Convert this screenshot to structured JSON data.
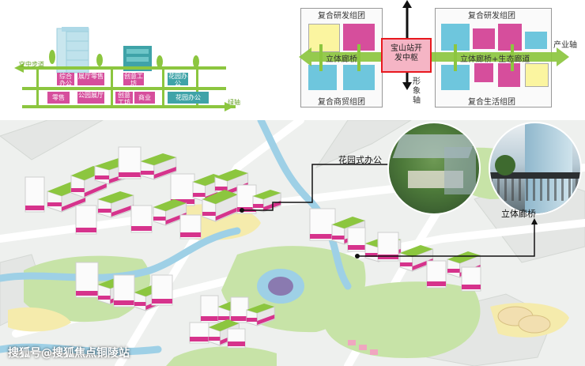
{
  "section_diagram": {
    "left_axis_label": "空中步道",
    "right_axis_label": "绿轴",
    "upper_row": [
      "综合办公",
      "展厅零售",
      "创意工坊",
      "花园办公"
    ],
    "lower_row": [
      "零售",
      "公园展厅",
      "创意工坊",
      "商业",
      "花园办公"
    ]
  },
  "concept_diagram": {
    "top_left_group": "复合研发组团",
    "top_right_group": "复合研发组团",
    "bottom_left_group": "复合商贸组团",
    "bottom_right_group": "复合生活组团",
    "left_corridor": "立体廊桥",
    "right_corridor": "立体廊桥+生态廊道",
    "industry_axis": "产业轴",
    "center_hub": "宝山站开发中枢",
    "vertical_axis": "形象轴"
  },
  "masterplan": {
    "callout_garden_office": "花园式办公",
    "callout_bridge": "立体廊桥"
  },
  "watermark": "搜狐号@搜狐焦点铜陵站",
  "colors": {
    "green": "#8cc63f",
    "pink": "#d6338c",
    "magenta_block": "#d64e9c",
    "cyan": "#6ec6dd",
    "yellow": "#fbf5a0",
    "hub_red": "#e8191f",
    "hub_pink": "#f5b5c5"
  }
}
